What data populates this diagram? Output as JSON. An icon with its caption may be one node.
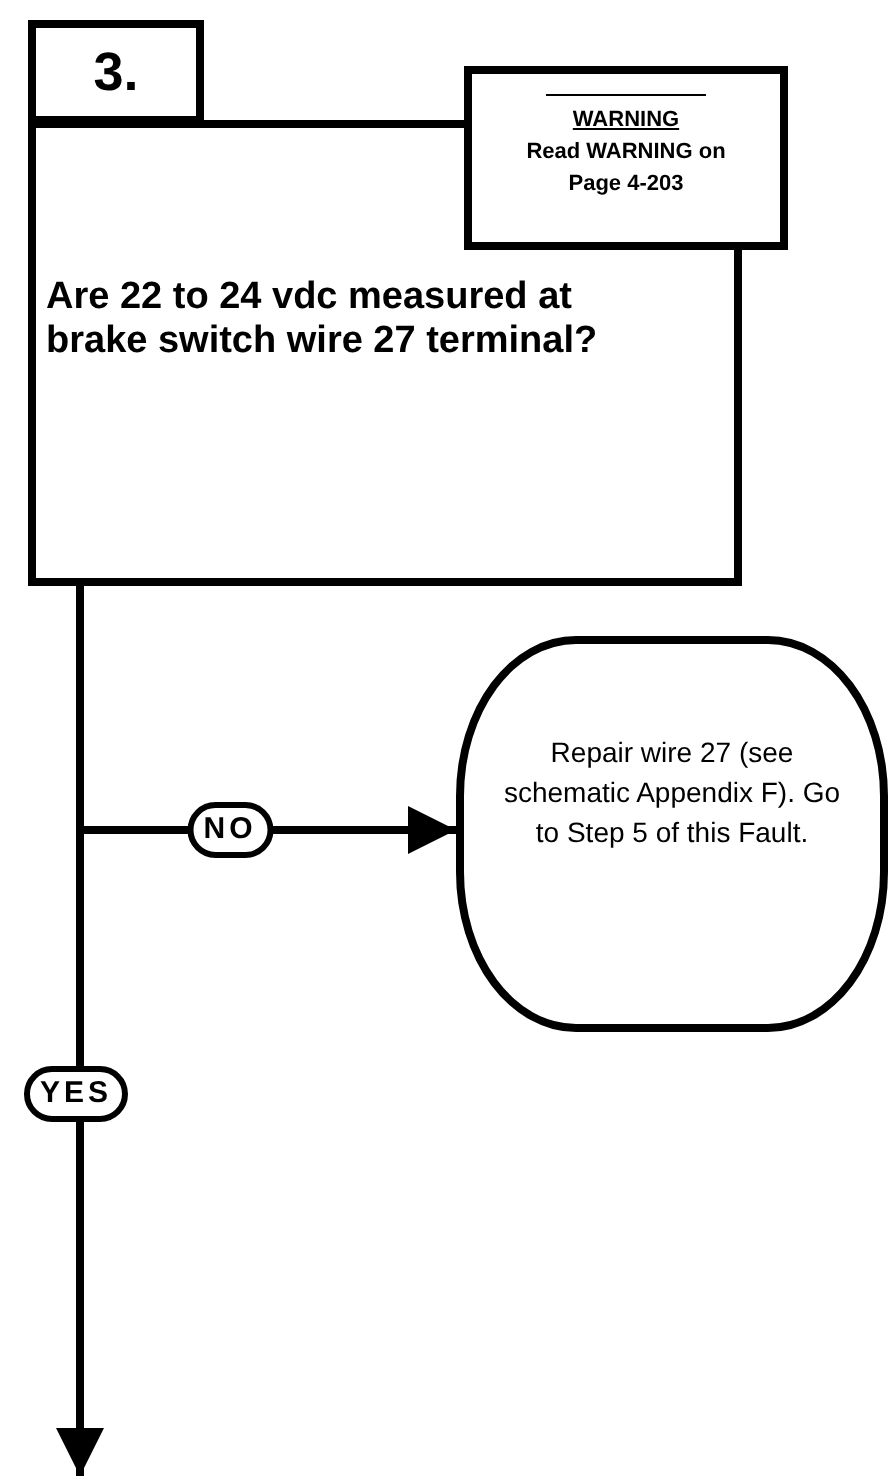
{
  "diagram": {
    "nodes": [
      {
        "text": [
          "3."
        ]
      },
      {
        "text": [
          "Are 22 to 24 vdc measured at brake switch wire 27 terminal?"
        ]
      },
      {
        "text": [
          "WARNING",
          "Read WARNING on Page 4-203"
        ]
      },
      {
        "text": [
          "Repair wire 27 (see schematic Appendix F).  Go to Step 5 of this Fault."
        ]
      }
    ],
    "edges": [
      {
        "from": 1,
        "to": 3,
        "arrow": "to",
        "label": "NO"
      },
      {
        "from": 1,
        "to": null,
        "arrow": "to",
        "label": "YES"
      }
    ]
  }
}
